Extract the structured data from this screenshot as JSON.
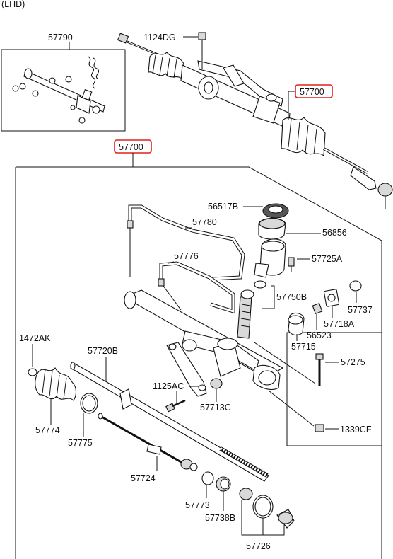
{
  "header": {
    "variant": "(LHD)"
  },
  "accent_color": "#e0201c",
  "labels": {
    "p57790": "57790",
    "p1124dg": "1124DG",
    "p57700_top": "57700",
    "p57700_main": "57700",
    "p56517b": "56517B",
    "p56856": "56856",
    "p57780": "57780",
    "p57776": "57776",
    "p57725a": "57725A",
    "p57750b": "57750B",
    "p57737": "57737",
    "p57718a": "57718A",
    "p56523": "56523",
    "p57715": "57715",
    "p1472ak": "1472AK",
    "p57720b": "57720B",
    "p57275": "57275",
    "p1125ac": "1125AC",
    "p57713c": "57713C",
    "p1339cf": "1339CF",
    "p57774": "57774",
    "p57775": "57775",
    "p57724": "57724",
    "p57773": "57773",
    "p57738b": "57738B",
    "p57726": "57726"
  }
}
